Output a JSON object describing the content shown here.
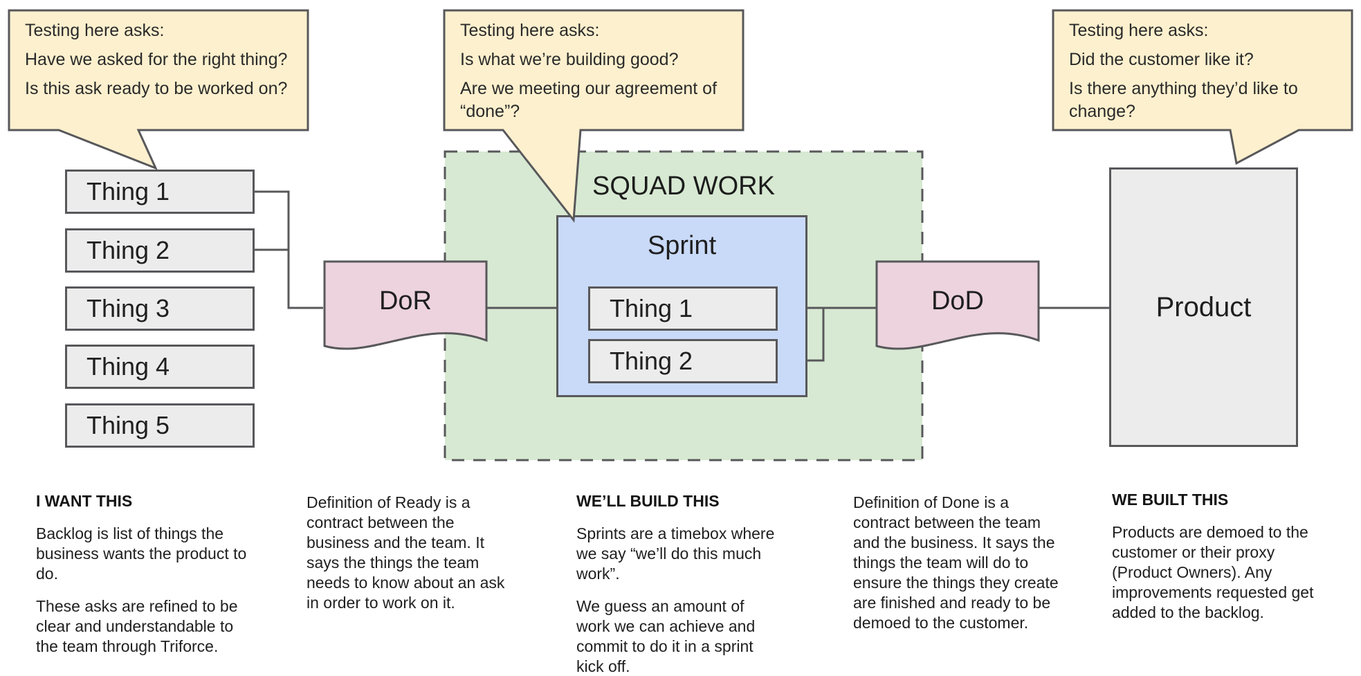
{
  "colors": {
    "bubble_fill": "#fdf0ce",
    "zone_fill": "#d7e9d2",
    "sprint_fill": "#c9daf8",
    "gate_fill": "#ecd3dd",
    "item_fill": "#ececec",
    "stroke": "#58585b"
  },
  "bubbles": [
    {
      "title": "Testing here asks:",
      "p1": "Have we asked for the right thing?",
      "p2": "Is this ask ready to be worked on?"
    },
    {
      "title": "Testing here asks:",
      "p1": "Is what we’re building good?",
      "p2": "Are we meeting our agreement of “done”?"
    },
    {
      "title": "Testing here asks:",
      "p1": "Did the customer like it?",
      "p2": "Is there anything they’d like to change?"
    }
  ],
  "backlog": {
    "items": [
      "Thing 1",
      "Thing 2",
      "Thing 3",
      "Thing 4",
      "Thing 5"
    ]
  },
  "squad": {
    "label": "SQUAD WORK",
    "sprint": {
      "label": "Sprint",
      "items": [
        "Thing 1",
        "Thing 2"
      ]
    }
  },
  "gates": {
    "dor": "DoR",
    "dod": "DoD"
  },
  "product": {
    "label": "Product"
  },
  "notes": [
    {
      "heading": "I WANT THIS",
      "paragraphs": [
        "Backlog is list of things the business wants the product to do.",
        "These asks are refined to be clear and understandable to the team through Triforce."
      ]
    },
    {
      "heading": "",
      "paragraphs": [
        "Definition of Ready is a contract between the business and the team. It says the things the team needs to know about an ask in order to work on it."
      ]
    },
    {
      "heading": "WE’LL BUILD THIS",
      "paragraphs": [
        "Sprints are a timebox where we say “we’ll do this much work”.",
        "We guess an amount of work we can achieve and commit to do it in a sprint kick off."
      ]
    },
    {
      "heading": "",
      "paragraphs": [
        "Definition of Done is a contract between the team and the business. It says the things the team will do to ensure the things they create are finished and ready to be demoed to the customer."
      ]
    },
    {
      "heading": "WE BUILT THIS",
      "paragraphs": [
        "Products are demoed to the customer or their proxy (Product Owners). Any improvements requested get added to the backlog."
      ]
    }
  ]
}
